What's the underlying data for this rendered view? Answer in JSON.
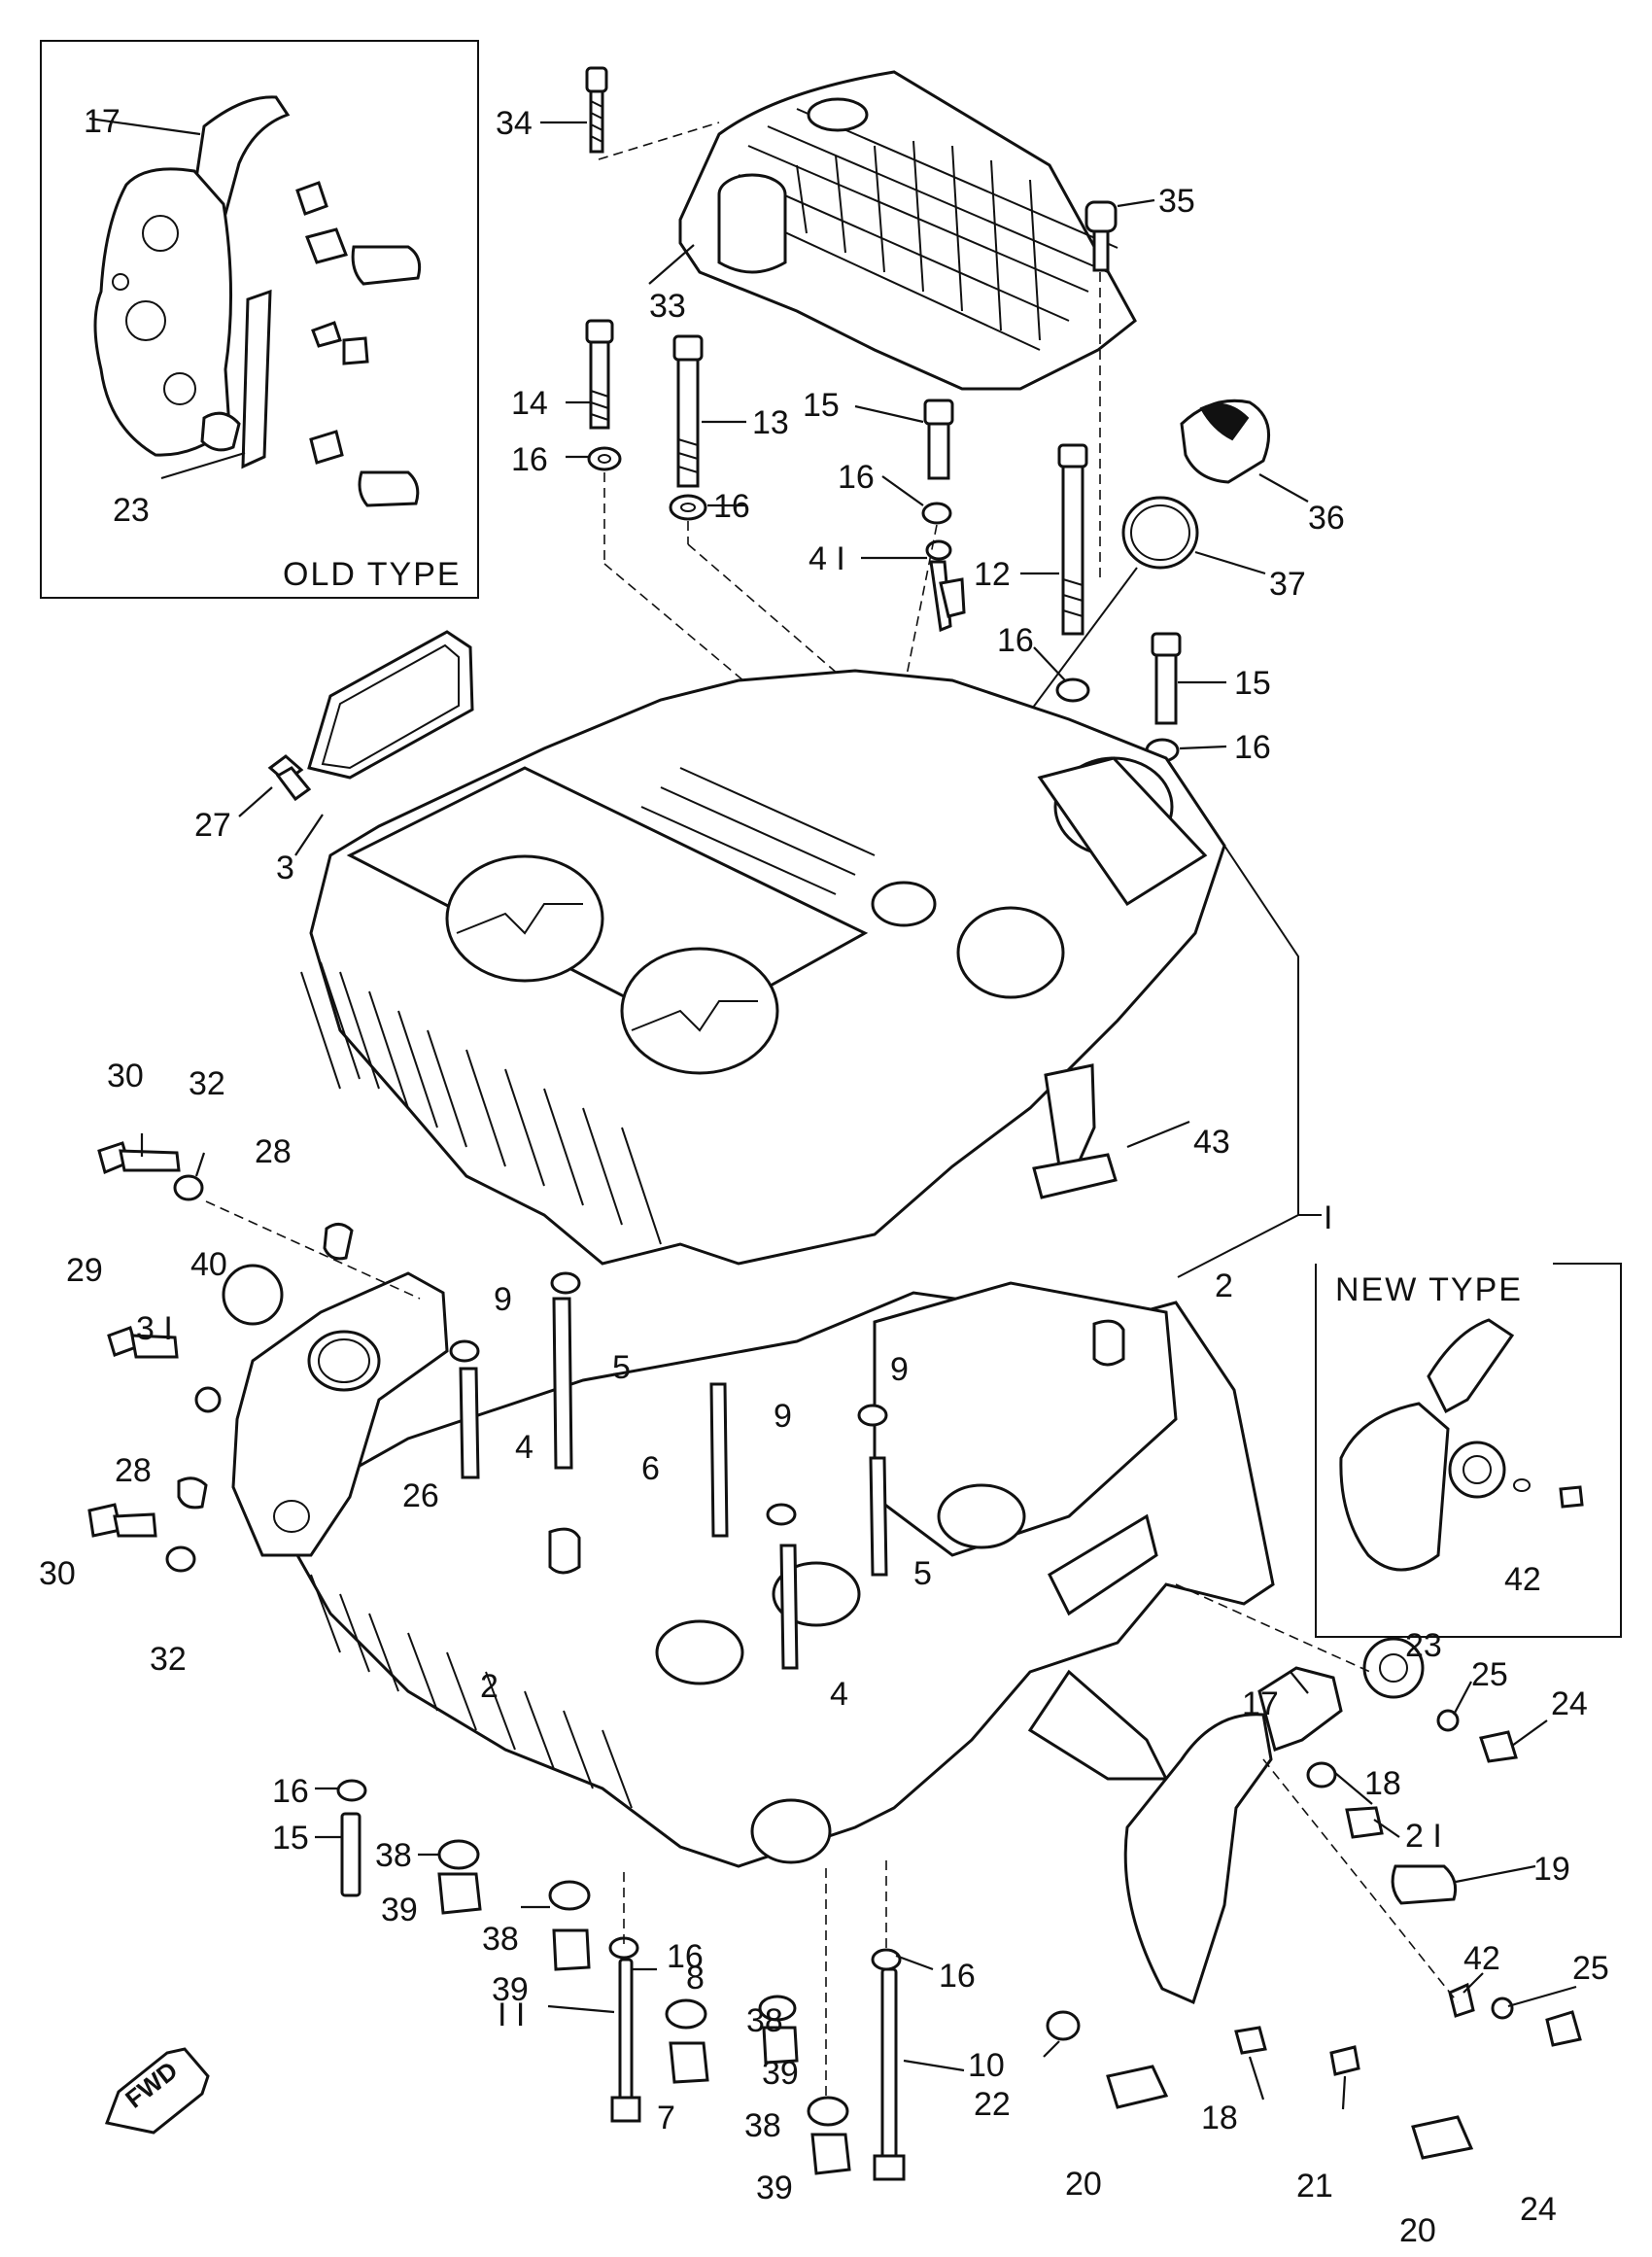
{
  "diagram": {
    "old_type_label": "OLD TYPE",
    "new_type_label": "NEW TYPE",
    "fwd_label": "FWD",
    "callouts": [
      {
        "id": "c-17-old",
        "text": "17"
      },
      {
        "id": "c-23-old",
        "text": "23"
      },
      {
        "id": "c-34",
        "text": "34"
      },
      {
        "id": "c-35",
        "text": "35"
      },
      {
        "id": "c-33",
        "text": "33"
      },
      {
        "id": "c-14",
        "text": "14"
      },
      {
        "id": "c-13",
        "text": "13"
      },
      {
        "id": "c-15-a",
        "text": "15"
      },
      {
        "id": "c-16-a",
        "text": "16"
      },
      {
        "id": "c-16-b",
        "text": "16"
      },
      {
        "id": "c-16-c",
        "text": "16"
      },
      {
        "id": "c-36",
        "text": "36"
      },
      {
        "id": "c-41",
        "text": "4 I"
      },
      {
        "id": "c-12",
        "text": "12"
      },
      {
        "id": "c-37",
        "text": "37"
      },
      {
        "id": "c-16-d",
        "text": "16"
      },
      {
        "id": "c-15-b",
        "text": "15"
      },
      {
        "id": "c-16-e",
        "text": "16"
      },
      {
        "id": "c-27",
        "text": "27"
      },
      {
        "id": "c-3",
        "text": "3"
      },
      {
        "id": "c-30-a",
        "text": "30"
      },
      {
        "id": "c-32-a",
        "text": "32"
      },
      {
        "id": "c-28-a",
        "text": "28"
      },
      {
        "id": "c-43",
        "text": "43"
      },
      {
        "id": "c-1",
        "text": "I"
      },
      {
        "id": "c-29",
        "text": "29"
      },
      {
        "id": "c-40",
        "text": "40"
      },
      {
        "id": "c-9-a",
        "text": "9"
      },
      {
        "id": "c-5-a",
        "text": "5"
      },
      {
        "id": "c-2-a",
        "text": "2"
      },
      {
        "id": "c-31",
        "text": "3 I"
      },
      {
        "id": "c-4-a",
        "text": "4"
      },
      {
        "id": "c-26",
        "text": "26"
      },
      {
        "id": "c-9-b",
        "text": "9"
      },
      {
        "id": "c-9-c",
        "text": "9"
      },
      {
        "id": "c-6",
        "text": "6"
      },
      {
        "id": "c-28-b",
        "text": "28"
      },
      {
        "id": "c-30-b",
        "text": "30"
      },
      {
        "id": "c-32-b",
        "text": "32"
      },
      {
        "id": "c-5-b",
        "text": "5"
      },
      {
        "id": "c-42-a",
        "text": "42"
      },
      {
        "id": "c-2-b",
        "text": "2"
      },
      {
        "id": "c-4-b",
        "text": "4"
      },
      {
        "id": "c-23-new",
        "text": "23"
      },
      {
        "id": "c-25-a",
        "text": "25"
      },
      {
        "id": "c-24-a",
        "text": "24"
      },
      {
        "id": "c-17-new",
        "text": "17"
      },
      {
        "id": "c-16-f",
        "text": "16"
      },
      {
        "id": "c-15-c",
        "text": "15"
      },
      {
        "id": "c-38-a",
        "text": "38"
      },
      {
        "id": "c-39-a",
        "text": "39"
      },
      {
        "id": "c-38-b",
        "text": "38"
      },
      {
        "id": "c-16-g",
        "text": "16"
      },
      {
        "id": "c-39-b",
        "text": "39"
      },
      {
        "id": "c-18-a",
        "text": "18"
      },
      {
        "id": "c-21-a",
        "text": "2 I"
      },
      {
        "id": "c-19",
        "text": "19"
      },
      {
        "id": "c-8",
        "text": "8"
      },
      {
        "id": "c-38-c",
        "text": "38"
      },
      {
        "id": "c-16-h",
        "text": "16"
      },
      {
        "id": "c-11",
        "text": "I I"
      },
      {
        "id": "c-39-c",
        "text": "39"
      },
      {
        "id": "c-10",
        "text": "10"
      },
      {
        "id": "c-7",
        "text": "7"
      },
      {
        "id": "c-42-b",
        "text": "42"
      },
      {
        "id": "c-25-b",
        "text": "25"
      },
      {
        "id": "c-38-d",
        "text": "38"
      },
      {
        "id": "c-22",
        "text": "22"
      },
      {
        "id": "c-18-b",
        "text": "18"
      },
      {
        "id": "c-39-d",
        "text": "39"
      },
      {
        "id": "c-20-a",
        "text": "20"
      },
      {
        "id": "c-21-b",
        "text": "21"
      },
      {
        "id": "c-20-b",
        "text": "20"
      },
      {
        "id": "c-24-b",
        "text": "24"
      }
    ]
  }
}
